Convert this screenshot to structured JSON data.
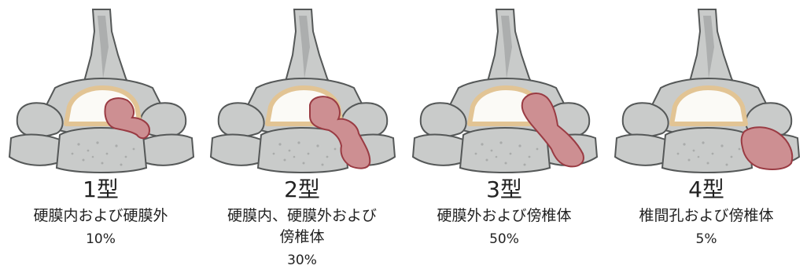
{
  "colors": {
    "bone": "#c9cbca",
    "bone_shadow": "#8f9291",
    "bone_outline": "#555858",
    "canal_fill": "#fbfaf6",
    "dura_ring": "#e2c494",
    "tumor_fill": "#cd8f92",
    "tumor_outline": "#9a3b43"
  },
  "panels": [
    {
      "type": "1型",
      "description": "硬膜内および硬膜外",
      "percent": "10%"
    },
    {
      "type": "2型",
      "description": "硬膜内、硬膜外および\n傍椎体",
      "percent": "30%"
    },
    {
      "type": "3型",
      "description": "硬膜外および傍椎体",
      "percent": "50%"
    },
    {
      "type": "4型",
      "description": "椎間孔および傍椎体",
      "percent": "5%"
    }
  ]
}
